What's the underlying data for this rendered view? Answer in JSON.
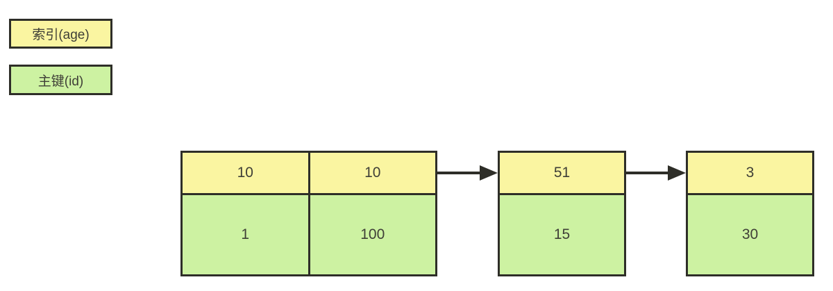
{
  "legend": {
    "index_label": "索引(age)",
    "pk_label": "主键(id)"
  },
  "colors": {
    "index_fill": "#FAF5A1",
    "pk_fill": "#CDF2A2",
    "border": "#2E2E28",
    "text": "#3F3F37",
    "arrow": "#2E2E28",
    "background": "#FFFFFF"
  },
  "nodes": [
    {
      "name": "node-1",
      "index_values": [
        "10",
        "10"
      ],
      "pk_values": [
        "1",
        "100"
      ]
    },
    {
      "name": "node-2",
      "index_values": [
        "51"
      ],
      "pk_values": [
        "15"
      ]
    },
    {
      "name": "node-3",
      "index_values": [
        "3"
      ],
      "pk_values": [
        "30"
      ]
    }
  ],
  "arrows": [
    {
      "from": "node-1",
      "to": "node-2"
    },
    {
      "from": "node-2",
      "to": "node-3"
    }
  ]
}
